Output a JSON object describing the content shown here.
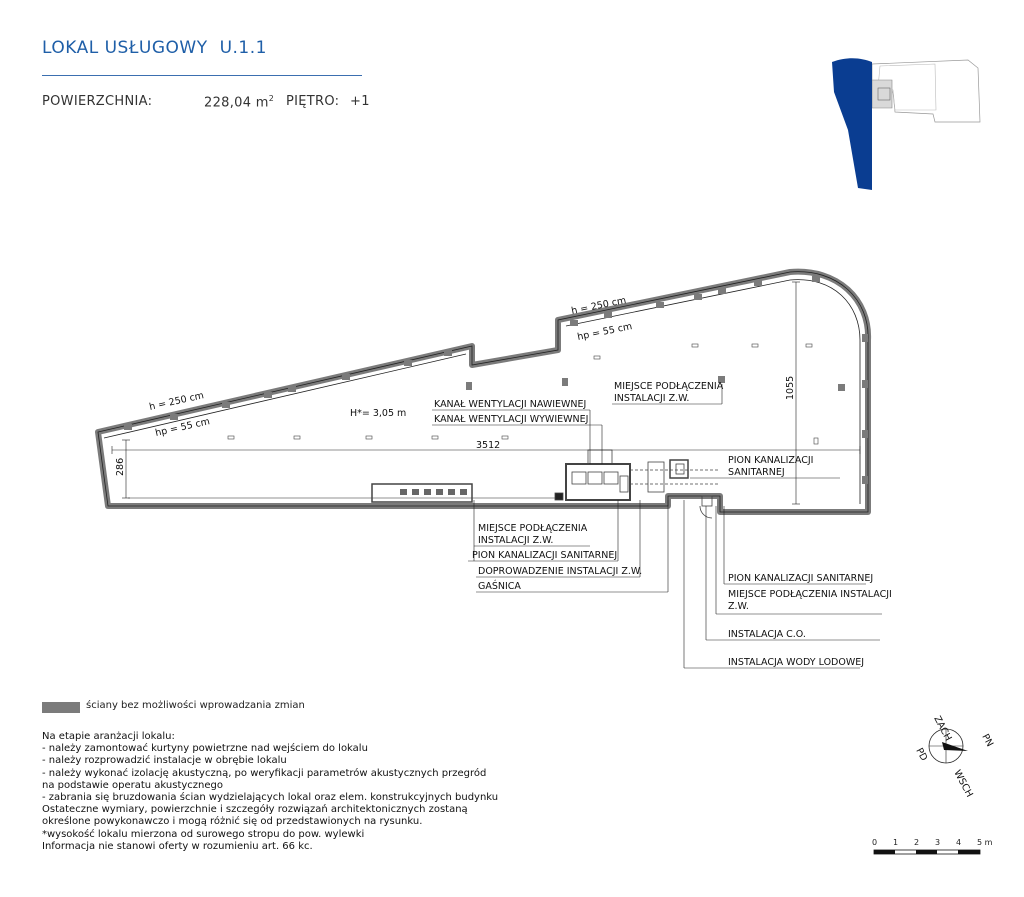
{
  "header": {
    "title": "LOKAL USŁUGOWY",
    "unit_code": "U.1.1",
    "area_label": "POWIERZCHNIA:",
    "area_value": "228,04 m",
    "area_unit_sup": "2",
    "floor_label": "PIĘTRO:",
    "floor_value": "+1"
  },
  "plan": {
    "height_note_left_h": "h = 250 cm",
    "height_note_left_hp": "hp = 55 cm",
    "height_note_right_h": "h = 250 cm",
    "height_note_right_hp": "hp = 55 cm",
    "room_height": "H*= 3,05 m",
    "dim_length": "3512",
    "dim_width_left": "286",
    "dim_depth_right": "1055"
  },
  "labels": {
    "kanal_nawiewny": "KANAŁ WENTYLACJI NAWIEWNEJ",
    "kanal_wywiewny": "KANAŁ WENTYLACJI WYWIEWNEJ",
    "miejsce_zw_top_1": "MIEJSCE PODŁĄCZENIA",
    "miejsce_zw_top_2": "INSTALACJI Z.W.",
    "pion_kan_top_1": "PION KANALIZACJI",
    "pion_kan_top_2": "SANITARNEJ",
    "miejsce_zw_bottom_1": "MIEJSCE PODŁĄCZENIA",
    "miejsce_zw_bottom_2": "INSTALACJI Z.W.",
    "pion_kan_bottom": "PION KANALIZACJI SANITARNEJ",
    "doprowadzenie": "DOPROWADZENIE INSTALACJI Z.W.",
    "gasnica": "GAŚNICA",
    "pion_kan_right": "PION KANALIZACJI SANITARNEJ",
    "miejsce_right_1": "MIEJSCE PODŁĄCZENIA INSTALACJI",
    "miejsce_right_2": "Z.W.",
    "instalacja_co": "INSTALACJA C.O.",
    "instalacja_wody": "INSTALACJA WODY LODOWEJ"
  },
  "legend": {
    "walls_text": "ściany bez możliwości wprowadzania zmian"
  },
  "notes": [
    "Na etapie aranżacji lokalu:",
    "- należy zamontować kurtyny powietrzne nad wejściem do lokalu",
    "- należy rozprowadzić instalacje w obrębie lokalu",
    "- należy wykonać izolację akustyczną, po weryfikacji parametrów akustycznych przegród",
    "na podstawie operatu akustycznego",
    "- zabrania się bruzdowania ścian wydzielających lokal oraz elem. konstrukcyjnych budynku",
    "Ostateczne wymiary, powierzchnie i szczegóły rozwiązań architektonicznych zostaną",
    "określone powykonawczo i mogą różnić się od przedstawionych na rysunku.",
    "*wysokość lokalu mierzona od surowego stropu do pow. wylewki",
    "Informacja nie stanowi oferty w rozumieniu art. 66 kc."
  ],
  "compass": {
    "north": "ZACH",
    "east": "PN",
    "south": "WSCH",
    "west": "PD"
  },
  "scale": {
    "ticks": [
      "0",
      "1",
      "2",
      "3",
      "4",
      "5 m"
    ]
  },
  "colors": {
    "brand_blue": "#1f5fa8",
    "highlight_blue": "#0a3d91",
    "wall_gray": "#7b7b7b"
  }
}
